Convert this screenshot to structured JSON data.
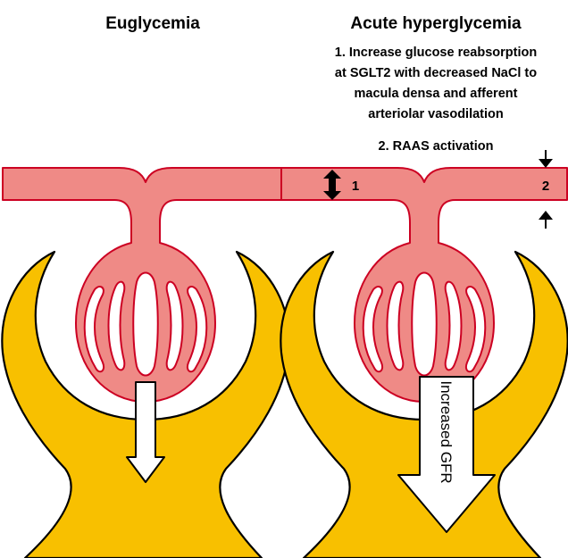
{
  "left_panel": {
    "title": "Euglycemia"
  },
  "right_panel": {
    "title": "Acute hyperglycemia",
    "note_lines": [
      "1. Increase glucose reabsorption",
      "at SGLT2 with decreased NaCl to",
      "macula densa and afferent",
      "arteriolar vasodilation"
    ],
    "raas_label": "2. RAAS activation",
    "afferent_marker": "1",
    "efferent_marker": "2",
    "gfr_label": "Increased GFR"
  },
  "colors": {
    "vessel_fill": "#ef8a86",
    "vessel_stroke": "#cc0022",
    "capsule_fill": "#f8c000",
    "capsule_stroke": "#000000",
    "arrow_fill": "#ffffff"
  }
}
